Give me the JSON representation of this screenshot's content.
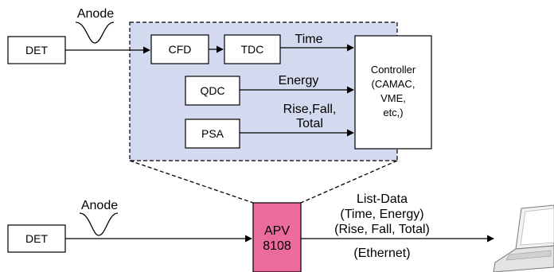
{
  "colors": {
    "panel_fill": "#d3d9ee",
    "apv_fill": "#ea6b9c",
    "line": "#000000"
  },
  "upper": {
    "det": "DET",
    "anode": "Anode",
    "cfd": "CFD",
    "tdc": "TDC",
    "qdc": "QDC",
    "psa": "PSA",
    "time": "Time",
    "energy": "Energy",
    "rise_fall_line1": "Rise,Fall,",
    "rise_fall_line2": "Total",
    "controller_line1": "Controller",
    "controller_line2": "(CAMAC,",
    "controller_line3": "VME,",
    "controller_line4": "etc,)"
  },
  "lower": {
    "det": "DET",
    "anode": "Anode",
    "apv_line1": "APV",
    "apv_line2": "8108",
    "list_data_line1": "List-Data",
    "list_data_line2": "(Time, Energy)",
    "list_data_line3": "(Rise, Fall, Total)",
    "ethernet": "(Ethernet)",
    "laptop_icon": "laptop-icon"
  }
}
